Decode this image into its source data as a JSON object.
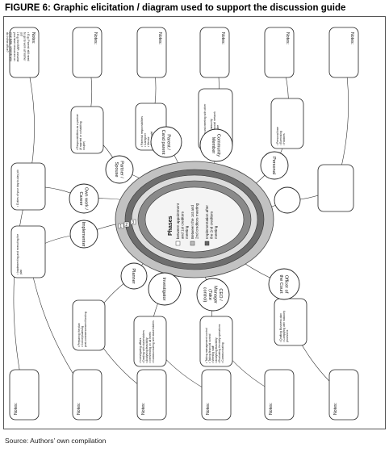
{
  "figure": {
    "title": "FIGURE 6:   Graphic elicitation / diagram used to support the discussion guide",
    "source": "Source: Authors’ own compilation"
  },
  "notes_label": "Notes:",
  "example_note_lines": [
    "E.g. Parent: still need",
    "to go to work at his/her",
    "job",
    "E.g. the BRP: assume",
    "you have resources on",
    "your table, what do you",
    "do in the office?"
  ],
  "center": {
    "title": "Phases",
    "ring_numbers": [
      "1",
      "2",
      "3"
    ],
    "phases": [
      "between appointment and 1st creditors meeting",
      "Between the 1st and 2nd creditors meeting",
      "Implementation after the 2nd creditors meeting"
    ]
  },
  "colors": {
    "outer_ring": "#c2c2c2",
    "mid_ring": "#6e6e6e",
    "light_ring": "#dcdcdc",
    "inner_ring": "#8a8a8a",
    "core": "#f4f4f4"
  },
  "roles": [
    {
      "id": "parent",
      "label": "Parent / Cand parent",
      "bullets": [
        "Parental responsibilities",
        "Caregiver",
        "Mentor",
        "Role model",
        "Provider"
      ]
    },
    {
      "id": "community",
      "label": "Community Member",
      "bullets": [
        "Interacting and meeting with other members",
        "Being in a community",
        "Being part of social network",
        "Religion, welfare",
        "Church"
      ]
    },
    {
      "id": "personal",
      "label": "Personal",
      "bullets": [
        "Personal time",
        "Exercising",
        "Hobbies"
      ]
    },
    {
      "id": "unlabeled",
      "label": "",
      "bullets": []
    },
    {
      "id": "officer",
      "label": "Officer of the Court",
      "bullets": [
        "Drafting Business plan",
        "Complying with statutory provisions"
      ]
    },
    {
      "id": "ceo",
      "label": "CEO / Manager (Take control)",
      "bullets": [
        "Taking management control",
        "Taking financial control",
        "Meeting staff",
        "Analysing feasibility",
        "Evaluating the daily operations",
        "Communicating"
      ]
    },
    {
      "id": "investigator",
      "label": "Investigator",
      "bullets": [
        "Investigating affairs",
        "Dealing with stakeholders",
        "Analysing feasibility",
        "Interviewing on all levels",
        "Communicating with stakeholders"
      ]
    },
    {
      "id": "planner",
      "label": "Planner",
      "bullets": [
        "Preparing the plan",
        "Conceptualising post-commencement funding"
      ]
    },
    {
      "id": "implementer",
      "label": "Implementer",
      "bullets": [
        "Implementing and executing the plan"
      ]
    },
    {
      "id": "own-work",
      "label": "Own work / Career",
      "bullets": [
        "Duties of your day-to-day job"
      ]
    },
    {
      "id": "partner",
      "label": "Partner / Spouse",
      "bullets": [
        "Responsibilities as a partner (if married or cohabiting couple)"
      ]
    }
  ]
}
